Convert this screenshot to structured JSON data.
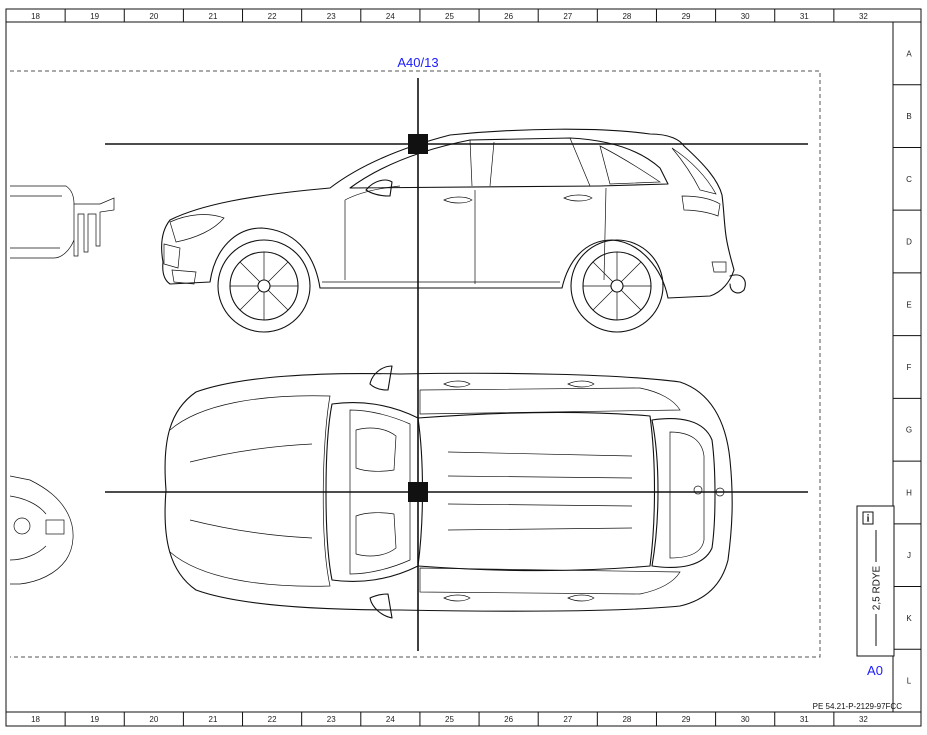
{
  "columns": [
    "18",
    "19",
    "20",
    "21",
    "22",
    "23",
    "24",
    "25",
    "26",
    "27",
    "28",
    "29",
    "30",
    "31",
    "32"
  ],
  "rows": [
    "A",
    "B",
    "C",
    "D",
    "E",
    "F",
    "G",
    "H",
    "J",
    "K",
    "L"
  ],
  "component_label": "A40/13",
  "legend": {
    "info_icon": "info-icon",
    "wire_spec": "2,5 RDYE",
    "connector_label": "A0"
  },
  "document_id": "PE 54.21-P-2129-97FCC"
}
